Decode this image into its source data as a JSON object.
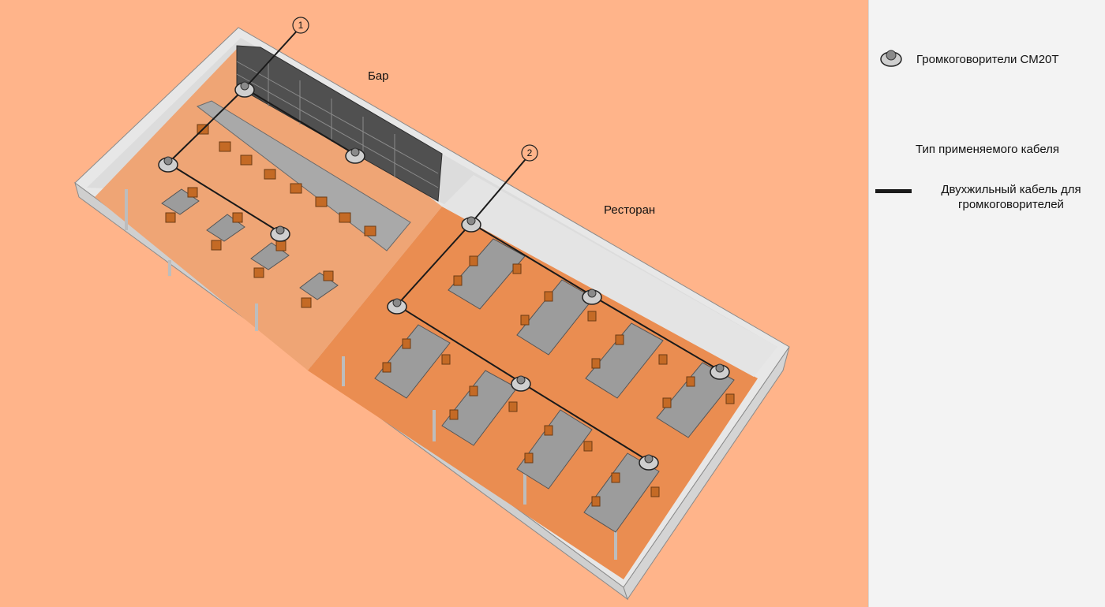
{
  "rooms": {
    "bar_label": "Бар",
    "restaurant_label": "Ресторан"
  },
  "zones": [
    {
      "tag": "1"
    },
    {
      "tag": "2"
    }
  ],
  "legend": {
    "speaker_label": "Громкоговорители СМ20Т",
    "cable_title": "Тип применяемого кабеля",
    "cable_label_line1": "Двухжильный кабель для",
    "cable_label_line2": "громкоговорителей"
  },
  "colors": {
    "background": "#FFB48A",
    "floor_bar": "#EFA575",
    "floor_restaurant": "#EA8D51",
    "wall": "#E6E6E6",
    "table": "#9C9C9C",
    "chair": "#C46A25",
    "cable": "#1A1A1A",
    "shelf": "#4F4F4F",
    "legend_bg": "#F3F3F3"
  }
}
